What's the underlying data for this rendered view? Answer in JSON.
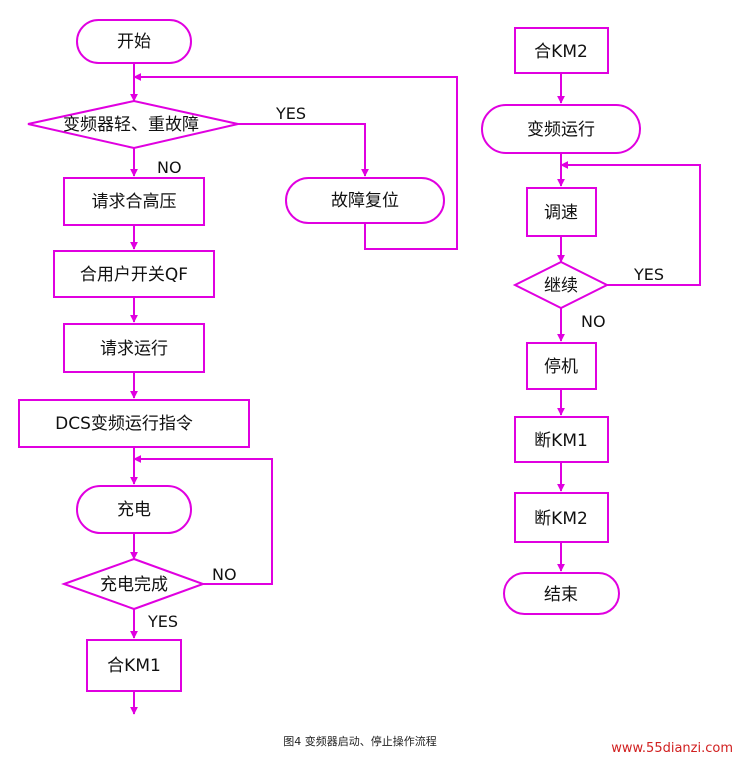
{
  "nodes": {
    "start": "开始",
    "fault_check": "变频器轻、重故障",
    "fault_reset": "故障复位",
    "request_hv": "请求合高压",
    "close_qf": "合用户开关QF",
    "request_run": "请求运行",
    "dcs_cmd": "DCS变频运行指令",
    "charge": "充电",
    "charge_done": "充电完成",
    "close_km1": "合KM1",
    "close_km2": "合KM2",
    "vfd_run": "变频运行",
    "speed_adjust": "调速",
    "continue_check": "继续",
    "stop": "停机",
    "open_km1": "断KM1",
    "open_km2": "断KM2",
    "end": "结束"
  },
  "edge_labels": {
    "fault_yes": "YES",
    "fault_no": "NO",
    "charge_no": "NO",
    "charge_yes": "YES",
    "continue_yes": "YES",
    "continue_no": "NO"
  },
  "caption": "图4  变频器启动、停止操作流程",
  "watermark": "www.55dianzi.com",
  "colors": {
    "stroke": "#e000e0",
    "text": "#111111",
    "watermark": "#d12020"
  }
}
